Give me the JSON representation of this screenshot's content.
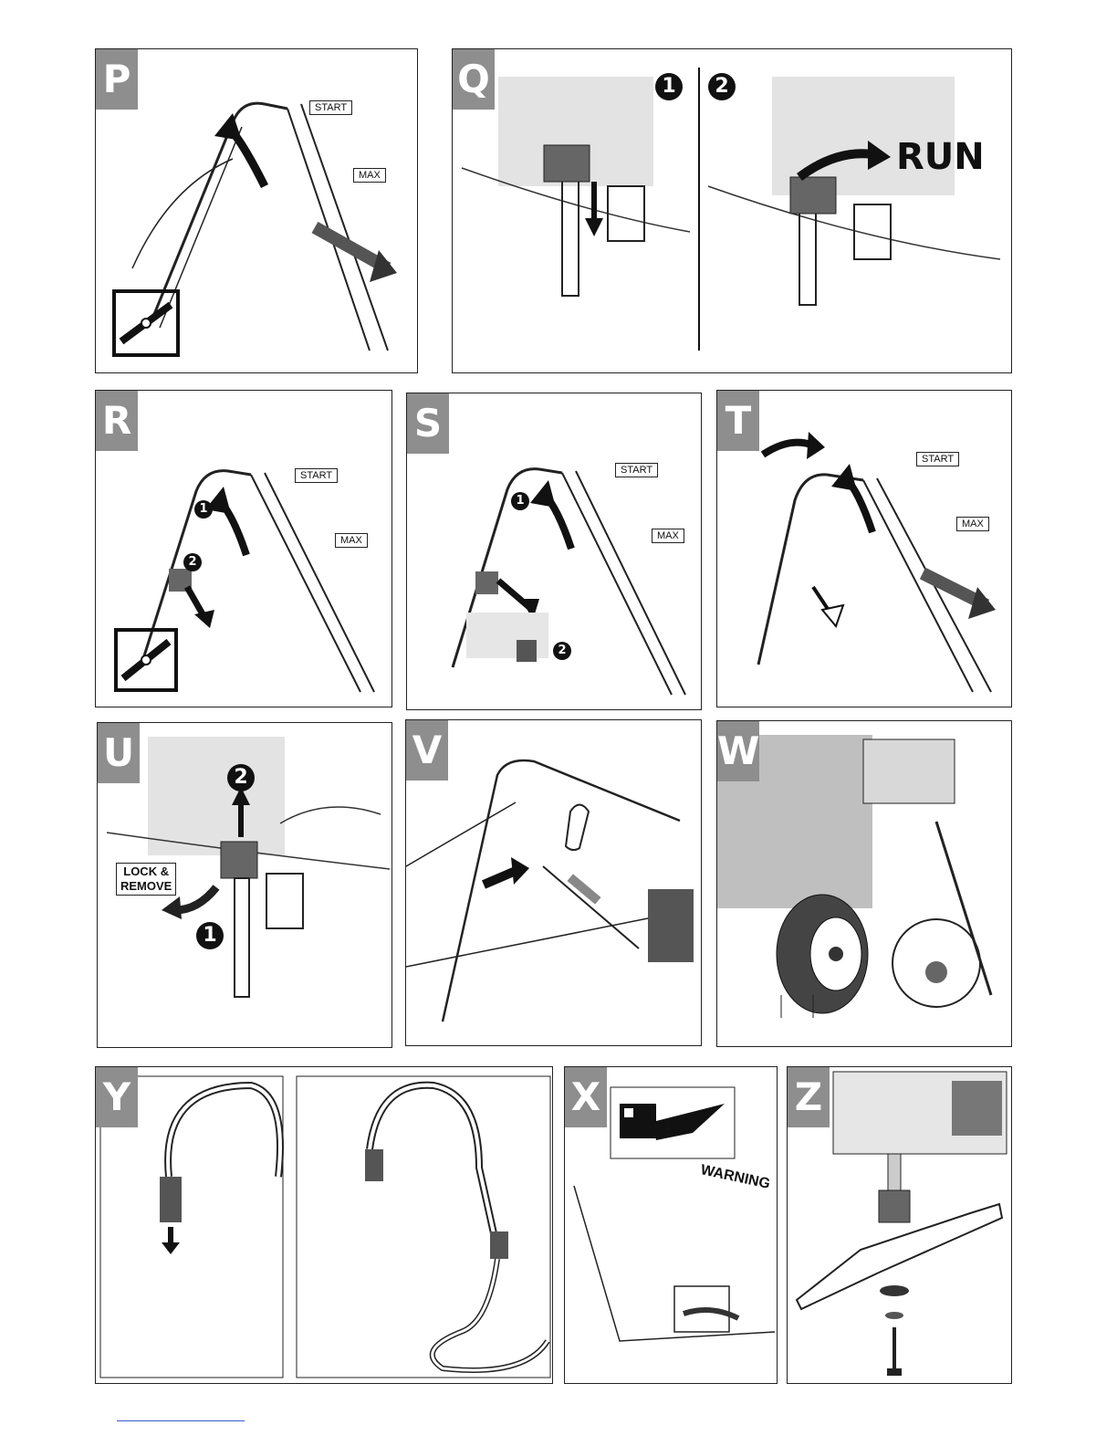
{
  "panels": {
    "p": {
      "tag": "P",
      "start_label": "START",
      "max_label": "MAX"
    },
    "q": {
      "tag": "Q",
      "step1": "1",
      "step2": "2",
      "run_label": "RUN"
    },
    "r": {
      "tag": "R",
      "start_label": "START",
      "max_label": "MAX",
      "step1": "1",
      "step2": "2"
    },
    "s": {
      "tag": "S",
      "start_label": "START",
      "max_label": "MAX",
      "step1": "1",
      "step2": "2"
    },
    "t": {
      "tag": "T",
      "start_label": "START",
      "max_label": "MAX"
    },
    "u": {
      "tag": "U",
      "lock_line1": "LOCK &",
      "lock_line2": "REMOVE",
      "step1": "1",
      "step2": "2"
    },
    "v": {
      "tag": "V"
    },
    "w": {
      "tag": "W"
    },
    "y": {
      "tag": "Y"
    },
    "x": {
      "tag": "X",
      "warning_label": "WARNING"
    },
    "z": {
      "tag": "Z"
    }
  }
}
